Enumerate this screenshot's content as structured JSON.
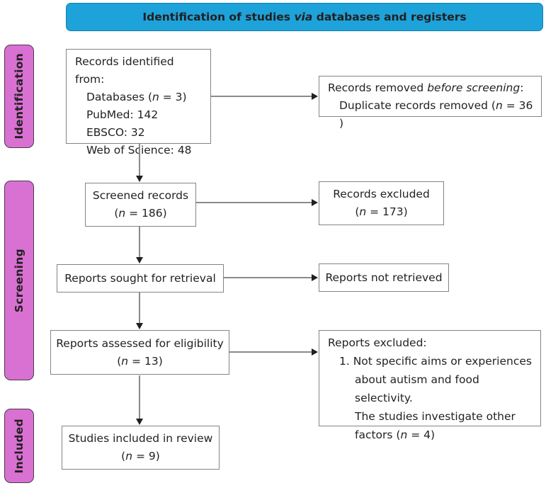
{
  "colors": {
    "header_bg": "#1ea2da",
    "stage_bg": "#d871d2",
    "box_border": "#848484",
    "arrow_line": "#8a8a8a",
    "arrow_head": "#231f20",
    "text": "#231f20"
  },
  "header": {
    "lines": [
      {
        "indent": 0,
        "seg": [
          {
            "t": "Identification of studies "
          },
          {
            "t": "via",
            "i": true
          },
          {
            "t": " databases and registers"
          }
        ]
      }
    ]
  },
  "sidebar": {
    "identification": {
      "label": "Identification"
    },
    "screening": {
      "label": "Screening"
    },
    "included": {
      "label": "Included"
    }
  },
  "boxes": {
    "records_identified": {
      "lines": [
        {
          "indent": 0,
          "seg": [
            {
              "t": "Records identified from:"
            }
          ]
        },
        {
          "indent": 1,
          "seg": [
            {
              "t": "Databases ("
            },
            {
              "t": "n",
              "i": true
            },
            {
              "t": " = 3)"
            }
          ]
        },
        {
          "indent": 1,
          "seg": [
            {
              "t": "PubMed: 142"
            }
          ]
        },
        {
          "indent": 1,
          "seg": [
            {
              "t": "EBSCO: 32"
            }
          ]
        },
        {
          "indent": 1,
          "seg": [
            {
              "t": "Web of Science: 48"
            }
          ]
        }
      ]
    },
    "records_removed": {
      "lines": [
        {
          "indent": 0,
          "seg": [
            {
              "t": "Records removed "
            },
            {
              "t": "before screening",
              "i": true
            },
            {
              "t": ":"
            }
          ]
        },
        {
          "indent": 1,
          "seg": [
            {
              "t": "Duplicate records removed ("
            },
            {
              "t": "n",
              "i": true
            },
            {
              "t": " = 36 )"
            }
          ]
        }
      ]
    },
    "screened_records": {
      "lines": [
        {
          "indent": 0,
          "seg": [
            {
              "t": "Screened records"
            }
          ]
        },
        {
          "indent": 0,
          "seg": [
            {
              "t": "("
            },
            {
              "t": "n",
              "i": true
            },
            {
              "t": " = 186)"
            }
          ]
        }
      ]
    },
    "records_excluded": {
      "lines": [
        {
          "indent": 0,
          "seg": [
            {
              "t": "Records excluded"
            }
          ]
        },
        {
          "indent": 0,
          "seg": [
            {
              "t": "("
            },
            {
              "t": "n",
              "i": true
            },
            {
              "t": " = 173)"
            }
          ]
        }
      ]
    },
    "reports_sought": {
      "lines": [
        {
          "indent": 0,
          "seg": [
            {
              "t": "Reports sought for retrieval"
            }
          ]
        }
      ]
    },
    "reports_not_retrieved": {
      "lines": [
        {
          "indent": 0,
          "seg": [
            {
              "t": "Reports not retrieved"
            }
          ]
        }
      ]
    },
    "reports_assessed": {
      "lines": [
        {
          "indent": 0,
          "seg": [
            {
              "t": "Reports assessed for eligibility"
            }
          ]
        },
        {
          "indent": 0,
          "seg": [
            {
              "t": "("
            },
            {
              "t": "n",
              "i": true
            },
            {
              "t": " = 13)"
            }
          ]
        }
      ]
    },
    "reports_excluded": {
      "lines": [
        {
          "indent": 0,
          "seg": [
            {
              "t": "Reports excluded:"
            }
          ]
        },
        {
          "indent": 1,
          "seg": [
            {
              "t": "1. Not specific aims or experiences"
            }
          ]
        },
        {
          "indent": 2,
          "seg": [
            {
              "t": "about autism and food selectivity."
            }
          ]
        },
        {
          "indent": 2,
          "seg": [
            {
              "t": "The studies investigate other"
            }
          ]
        },
        {
          "indent": 2,
          "seg": [
            {
              "t": "factors ("
            },
            {
              "t": "n",
              "i": true
            },
            {
              "t": " = 4)"
            }
          ]
        }
      ]
    },
    "studies_included": {
      "lines": [
        {
          "indent": 0,
          "seg": [
            {
              "t": "Studies included in review"
            }
          ]
        },
        {
          "indent": 0,
          "seg": [
            {
              "t": "("
            },
            {
              "t": "n",
              "i": true
            },
            {
              "t": " = 9)"
            }
          ]
        }
      ]
    }
  }
}
